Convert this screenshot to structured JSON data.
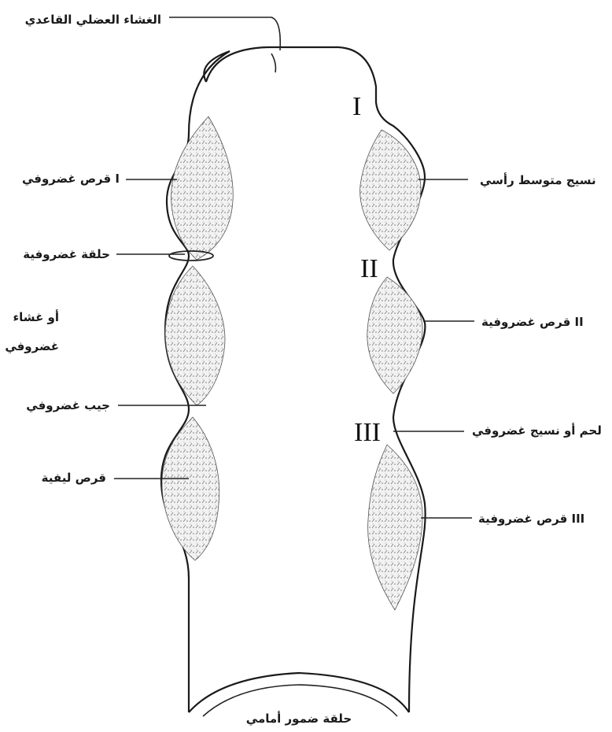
{
  "diagram": {
    "labels": {
      "top": "الغشاء العضلي القاعدي",
      "left_node1": "قرص غضروفي I",
      "left_ring": "حلقة غضروفية",
      "left_membrane": [
        "أو غشاء",
        "غضروفي"
      ],
      "left_pocket": "جيب غضروفي",
      "left_node3": "قرص ليفية",
      "right_node1": "نسيج متوسط رأسي",
      "right_node2": "قرص غضروفية II",
      "right_line": "لحم أو نسيج غضروفي",
      "right_node3": "قرص غضروفية III",
      "bottom": "حلقة ضمور أمامي"
    },
    "roman": [
      "I",
      "II",
      "III"
    ]
  }
}
